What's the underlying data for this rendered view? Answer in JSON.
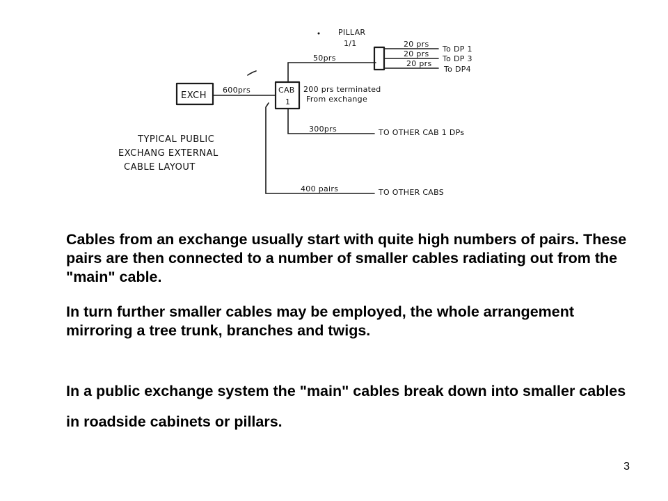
{
  "diagram": {
    "exchange_label": "EXCH",
    "exchange_feed": "600prs",
    "cabinet_label_line1": "CAB",
    "cabinet_label_line2": "1",
    "cabinet_note_line1": "200 prs terminated",
    "cabinet_note_line2": "From exchange",
    "pillar_label_line1": "PILLAR",
    "pillar_label_line2": "1/1",
    "pillar_feed": "50prs",
    "dp_branches": [
      {
        "pairs": "20 prs",
        "destination": "To DP 1"
      },
      {
        "pairs": "20 prs",
        "destination": "To DP 3"
      },
      {
        "pairs": "20 prs",
        "destination": "To DP4"
      }
    ],
    "cab_branch_pairs": "300prs",
    "cab_branch_destination": "TO OTHER CAB 1 DPs",
    "main_branch_pairs": "400 pairs",
    "main_branch_destination": "TO OTHER CABS",
    "caption_line1": "TYPICAL PUBLIC",
    "caption_line2": "EXCHANG EXTERNAL",
    "caption_line3": "CABLE LAYOUT"
  },
  "paragraphs": {
    "p1": "Cables from an exchange usually start with quite high numbers of pairs. These pairs are then connected to a number of smaller cables radiating out from the \"main\" cable.",
    "p2": "In turn further smaller cables may be employed, the whole arrangement mirroring a tree trunk, branches and twigs.",
    "p3": "In a public exchange system the \"main\" cables break down into smaller cables in roadside cabinets or pillars."
  },
  "page_number": "3"
}
